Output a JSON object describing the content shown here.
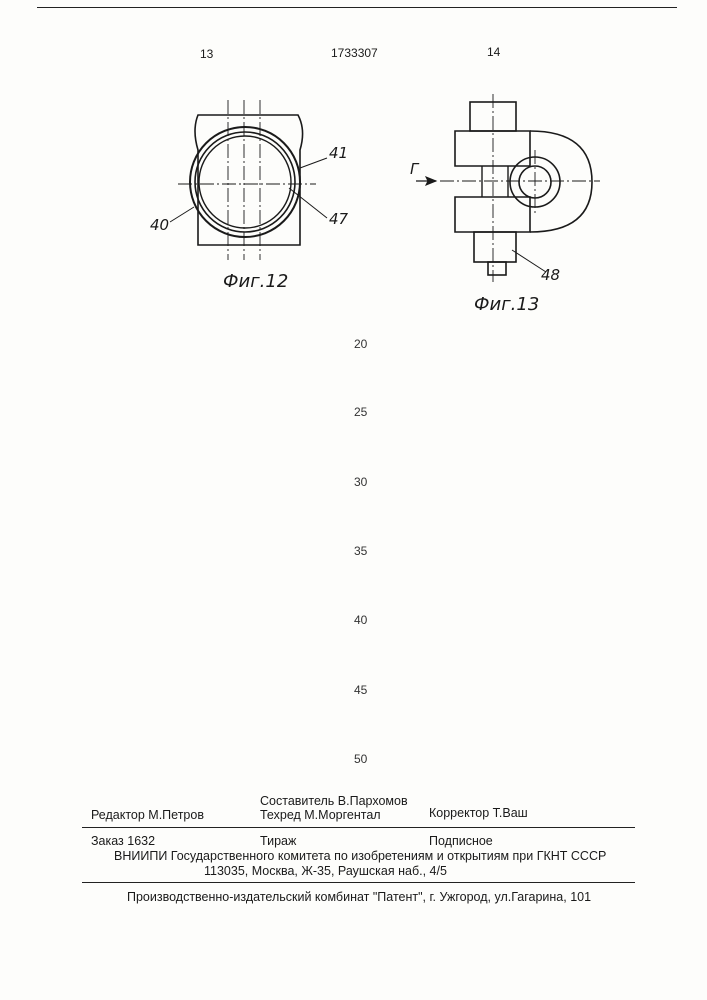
{
  "header": {
    "page_left": "13",
    "patent_number": "1733307",
    "page_right": "14"
  },
  "figures": {
    "fig12": {
      "caption": "Фиг.12",
      "labels": {
        "l41": "41",
        "l40": "40",
        "l47": "47"
      }
    },
    "fig13": {
      "caption": "Фиг.13",
      "labels": {
        "arrow": "Г",
        "l48": "48"
      }
    }
  },
  "line_numbers": [
    "20",
    "25",
    "30",
    "35",
    "40",
    "45",
    "50"
  ],
  "footer": {
    "composer": "Составитель  В.Пархомов",
    "editor": "Редактор  М.Петров",
    "techred": "Техред М.Моргентал",
    "corrector": "Корректор  Т.Ваш",
    "order": "Заказ  1632",
    "circulation": "Тираж",
    "subscription": "Подписное",
    "vniipi": "ВНИИПИ Государственного комитета по изобретениям и открытиям при ГКНТ СССР",
    "address": "113035, Москва, Ж-35, Раушская наб., 4/5",
    "publisher": "Производственно-издательский комбинат \"Патент\", г. Ужгород, ул.Гагарина, 101"
  }
}
